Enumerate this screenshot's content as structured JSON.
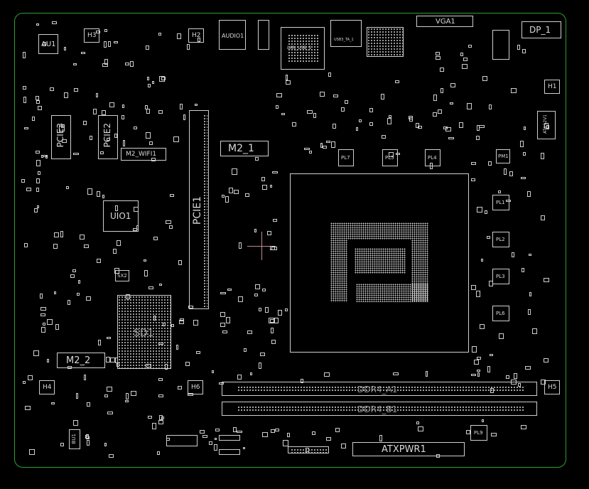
{
  "board": {
    "outline_color": "#2fa12f",
    "silk_color": "#d9d9d9",
    "background": "#000000"
  },
  "labels": {
    "au1": "AU1",
    "h3": "H3",
    "h2": "H2",
    "audio1": "AUDIO1",
    "vga1": "VGA1",
    "dp1": "DP_1",
    "h1": "H1",
    "pcie3": "PCIE3",
    "pcie2": "PCIE2",
    "m2wifi": "M2_WIFI1",
    "pcie1": "PCIE1",
    "m21": "M2_1",
    "uio1": "UIO1",
    "pl7": "PL7",
    "pl5": "PL5",
    "pl4": "PL4",
    "pm1": "PM1",
    "pl1": "PL1",
    "pl2": "PL2",
    "pl3": "PL3",
    "pl6": "PL6",
    "sx2": "SX2",
    "sd1": "SD1",
    "m22": "M2_2",
    "h4": "H4",
    "h6": "H6",
    "h5": "H5",
    "ddr4a": "DDR4_A1",
    "ddr4b": "DDR4_B1",
    "atxpwr": "ATXPWR1",
    "pl9": "PL9",
    "bu1": "BU1",
    "atx12v": "ATX12V1",
    "usb3": "USB3_TA_1",
    "lan": "LAN_USB_1"
  }
}
